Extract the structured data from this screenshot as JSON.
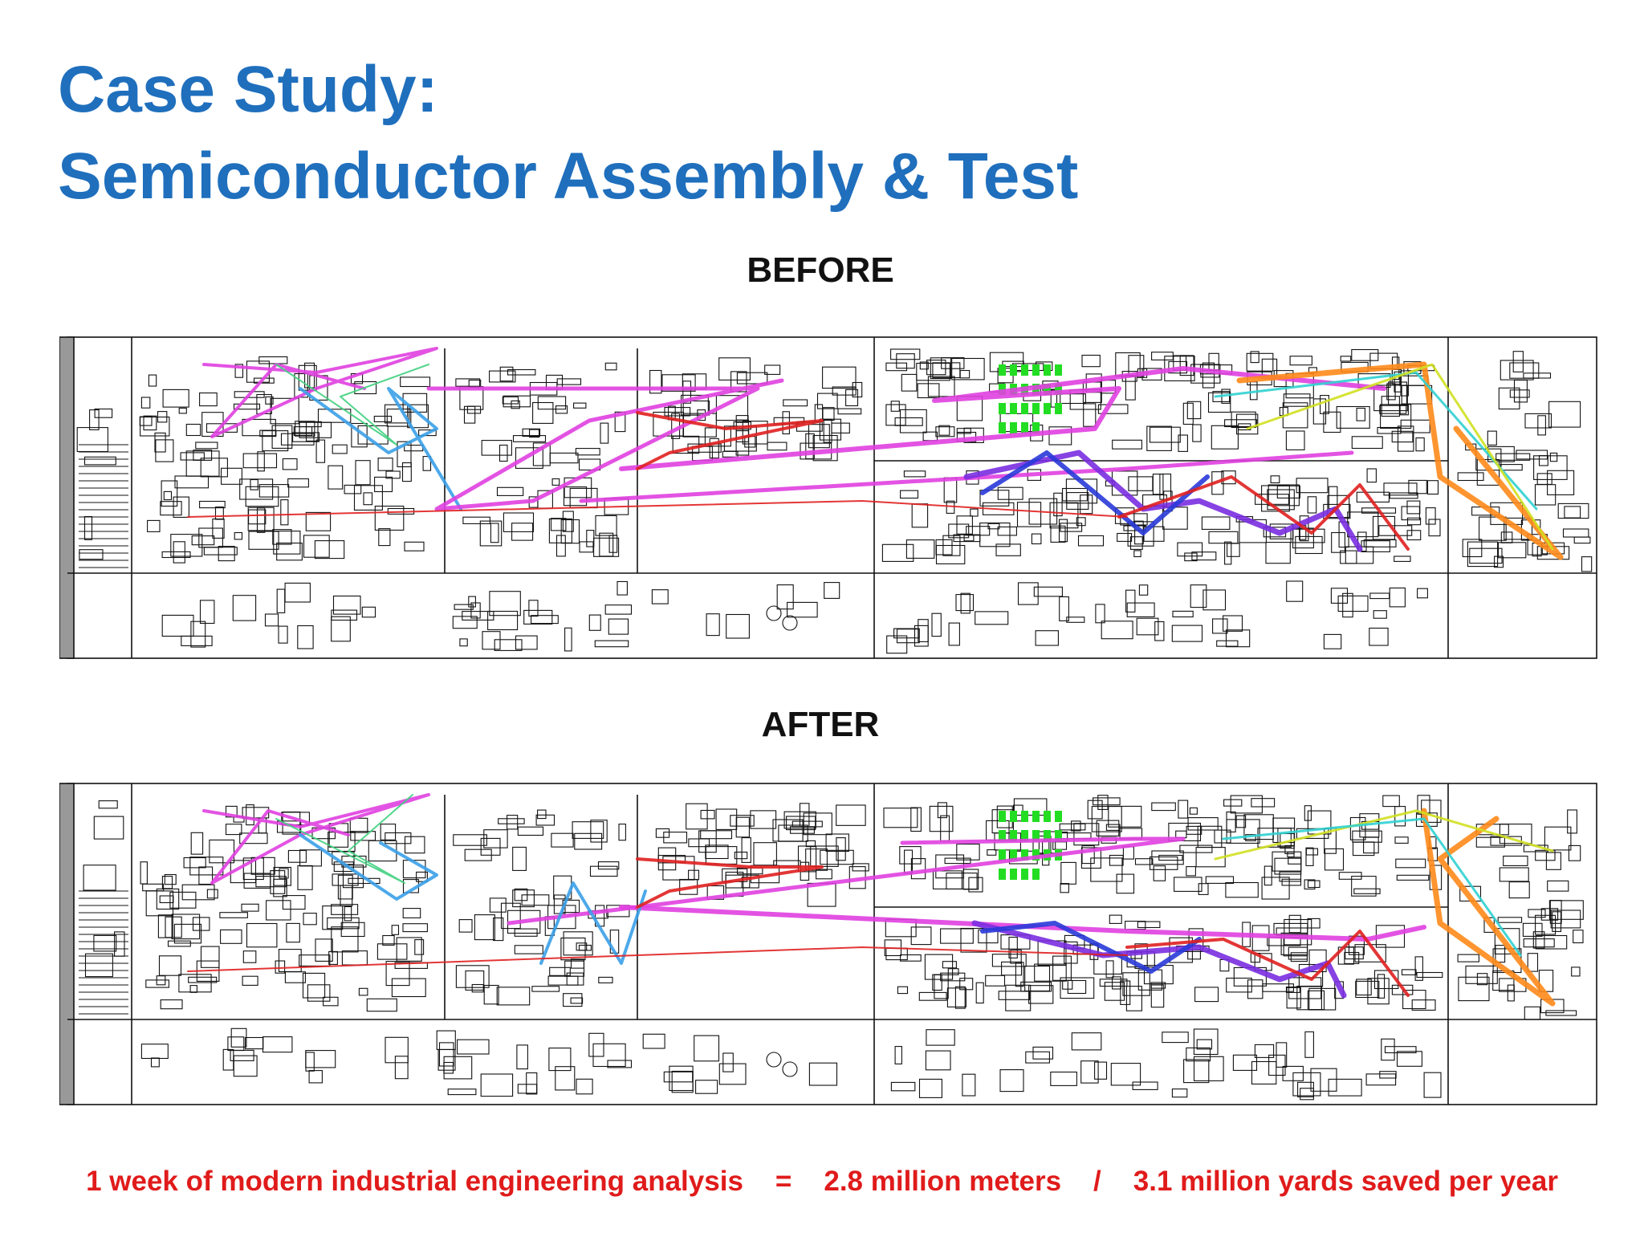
{
  "slide": {
    "title_line1": "Case Study:",
    "title_line2": "Semiconductor Assembly & Test",
    "before_label": "BEFORE",
    "after_label": "AFTER",
    "footer": {
      "analysis": "1 week of modern industrial engineering analysis",
      "equals": "=",
      "meters": "2.8 million meters",
      "slash": "/",
      "yards": "3.1 million yards saved per year"
    }
  },
  "colors": {
    "title": "#1f6fbd",
    "footer": "#e01b1b",
    "flows": [
      "#e040e0",
      "#3aa0e8",
      "#7a2de0",
      "#e02020",
      "#ff8a1a",
      "#40d080",
      "#2a3ad8",
      "#d0e020",
      "#30d0d0"
    ],
    "equipment_green": "#22dd22"
  }
}
